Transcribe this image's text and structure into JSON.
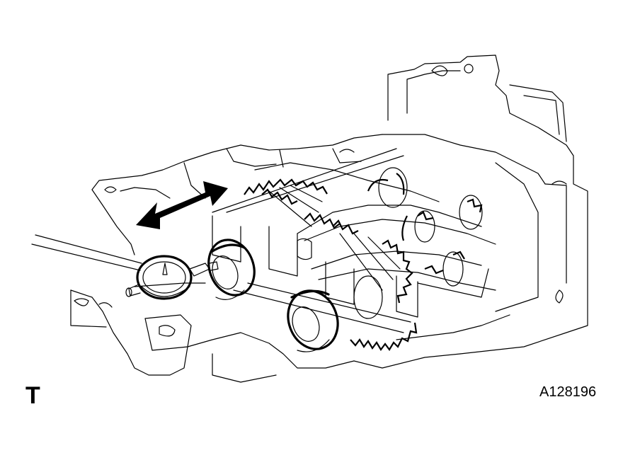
{
  "labels": {
    "corner_mark": "T",
    "figure_id": "A128196"
  },
  "colors": {
    "line": "#000000",
    "background": "#ffffff"
  },
  "icons": {
    "movement_arrow": "double-headed-arrow",
    "measuring_tool": "dial-indicator"
  }
}
